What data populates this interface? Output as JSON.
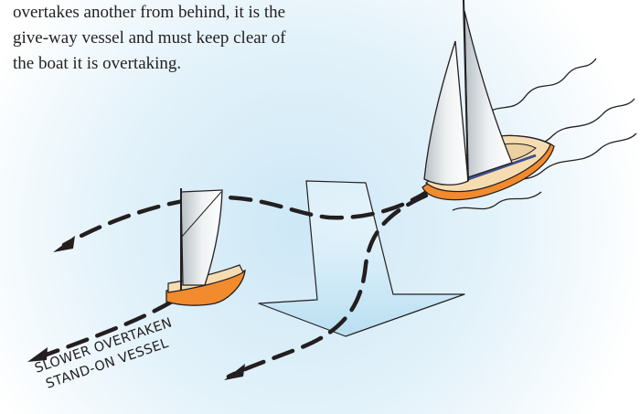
{
  "caption": {
    "line0": "overtakes another from behind, it is the",
    "line1": "give-way vessel and must keep clear of",
    "line2": "the boat it is overtaking."
  },
  "labels": {
    "line1": "SLOWER OVERTAKEN",
    "line2": "STAND-ON VESSEL"
  },
  "colors": {
    "sky": "#d6ecf7",
    "hull_orange": "#f28a2e",
    "deck": "#f6dcb1",
    "sail": "#ffffff",
    "sail_shade": "#cfd6db",
    "arrow_fill": "#c9e6f5",
    "line": "#231f20"
  }
}
